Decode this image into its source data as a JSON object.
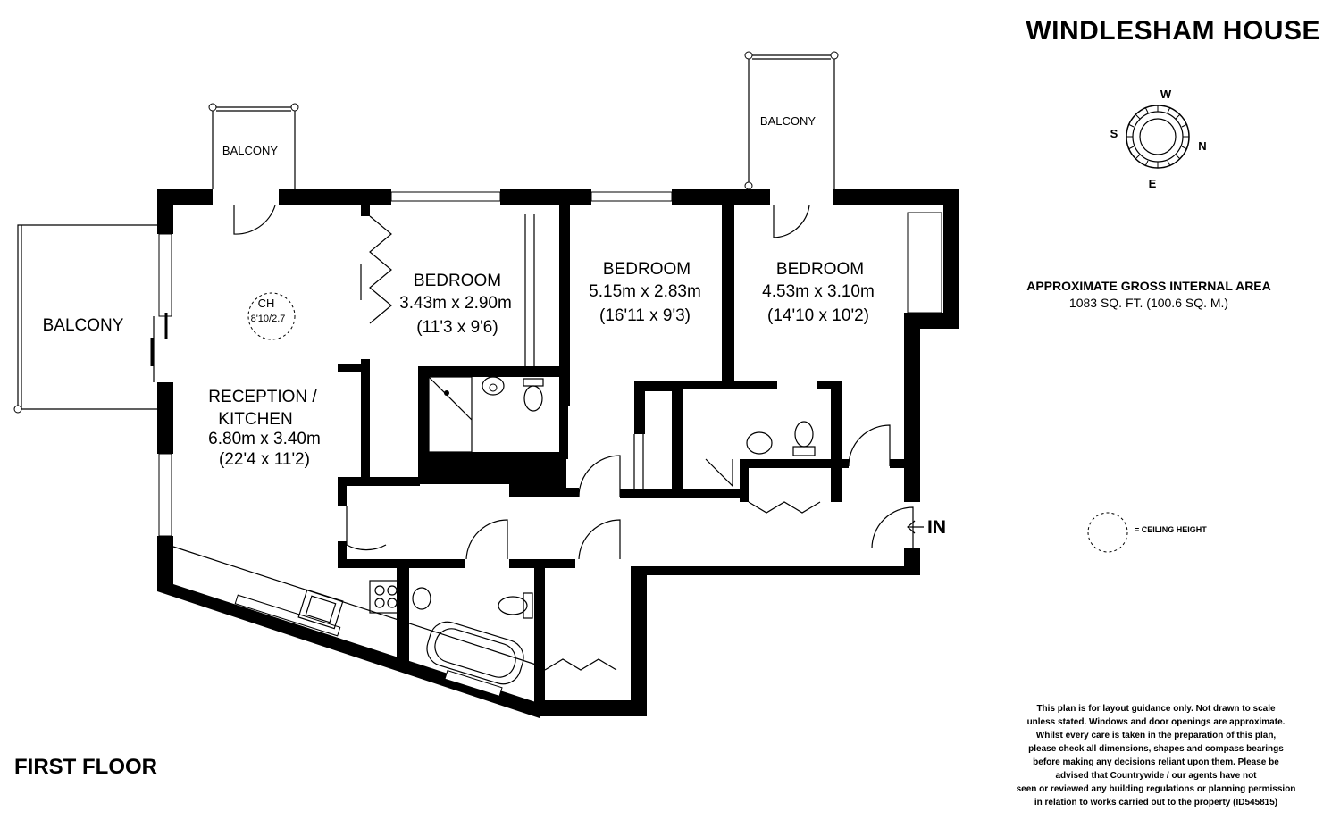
{
  "title": "WINDLESHAM HOUSE",
  "floor_label": "FIRST FLOOR",
  "compass": {
    "w": "W",
    "s": "S",
    "n": "N",
    "e": "E"
  },
  "area": {
    "line1": "APPROXIMATE GROSS INTERNAL AREA",
    "line2": "1083 SQ. FT. (100.6 SQ. M.)"
  },
  "legend": {
    "label": "= CEILING HEIGHT"
  },
  "entrance": "IN",
  "ceiling": {
    "label": "CH",
    "value": "8'10/2.7"
  },
  "balconies": {
    "left": "BALCONY",
    "top_left": "BALCONY",
    "top_right": "BALCONY"
  },
  "rooms": {
    "reception": {
      "name1": "RECEPTION /",
      "name2": "KITCHEN",
      "metric": "6.80m x 3.40m",
      "imperial": "(22'4 x 11'2)"
    },
    "bedroom1": {
      "name": "BEDROOM",
      "metric": "3.43m x 2.90m",
      "imperial": "(11'3 x 9'6)"
    },
    "bedroom2": {
      "name": "BEDROOM",
      "metric": "5.15m x 2.83m",
      "imperial": "(16'11 x 9'3)"
    },
    "bedroom3": {
      "name": "BEDROOM",
      "metric": "4.53m x 3.10m",
      "imperial": "(14'10 x 10'2)"
    }
  },
  "disclaimer": [
    "This plan is for layout guidance only. Not drawn to scale",
    "unless stated. Windows and door openings are approximate.",
    "Whilst every care is taken in the preparation of this plan,",
    "please check all dimensions, shapes and compass bearings",
    "before making any decisions reliant upon them. Please be",
    "advised that Countrywide / our agents have not",
    "seen or reviewed any building regulations or planning permission",
    "in relation to works carried out to the property (ID545815)"
  ]
}
